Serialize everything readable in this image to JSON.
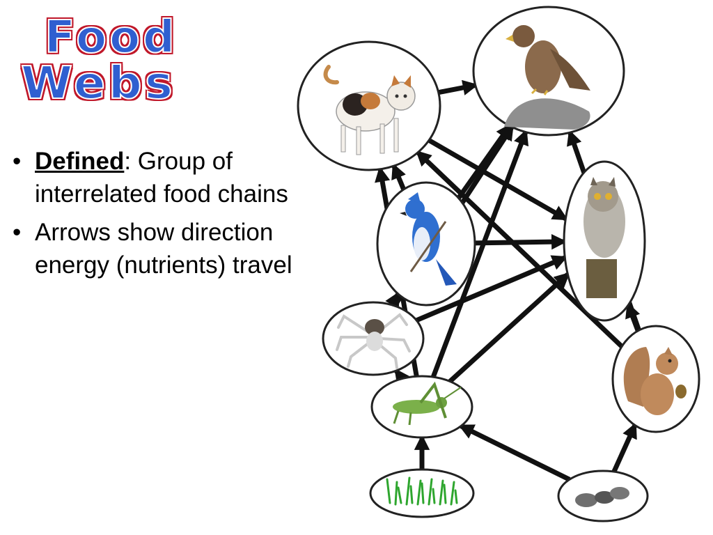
{
  "title": {
    "line1": "Food",
    "line2": "Webs"
  },
  "bullets": [
    {
      "term": "Defined",
      "text": ": Group of interrelated food chains"
    },
    {
      "term": "",
      "text": "Arrows show direction energy (nutrients) travel"
    }
  ],
  "diagram": {
    "nodes": [
      {
        "id": "cat",
        "icon": "cat-icon"
      },
      {
        "id": "hawk",
        "icon": "hawk-icon"
      },
      {
        "id": "bluejay",
        "icon": "blue-jay-icon"
      },
      {
        "id": "owl",
        "icon": "owl-icon"
      },
      {
        "id": "spider",
        "icon": "spider-icon"
      },
      {
        "id": "grasshopper",
        "icon": "grasshopper-icon"
      },
      {
        "id": "squirrel",
        "icon": "squirrel-icon"
      },
      {
        "id": "grass",
        "icon": "grass-icon"
      },
      {
        "id": "seeds",
        "icon": "seeds-icon"
      }
    ],
    "edges": [
      [
        "cat",
        "hawk"
      ],
      [
        "cat",
        "owl"
      ],
      [
        "bluejay",
        "hawk"
      ],
      [
        "bluejay",
        "owl"
      ],
      [
        "bluejay",
        "cat"
      ],
      [
        "spider",
        "bluejay"
      ],
      [
        "spider",
        "owl"
      ],
      [
        "spider",
        "hawk"
      ],
      [
        "grasshopper",
        "spider"
      ],
      [
        "grasshopper",
        "hawk"
      ],
      [
        "grasshopper",
        "owl"
      ],
      [
        "grasshopper",
        "cat"
      ],
      [
        "squirrel",
        "cat"
      ],
      [
        "squirrel",
        "hawk"
      ],
      [
        "squirrel",
        "owl"
      ],
      [
        "grass",
        "grasshopper"
      ],
      [
        "seeds",
        "grasshopper"
      ],
      [
        "seeds",
        "squirrel"
      ]
    ]
  }
}
